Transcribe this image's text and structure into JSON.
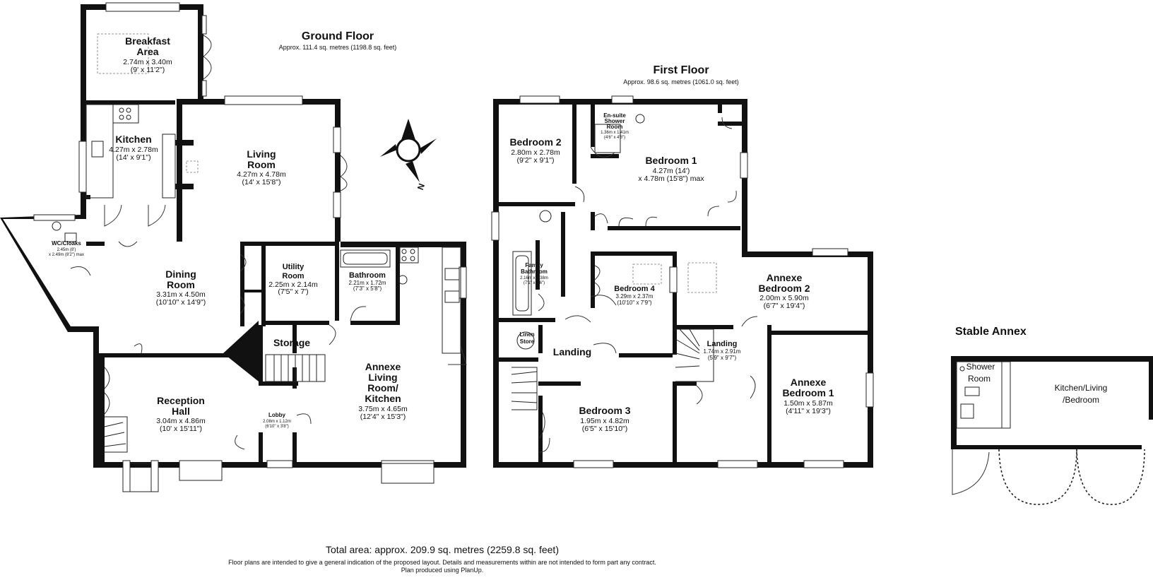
{
  "ground_floor": {
    "title": "Ground Floor",
    "area": "Approx. 111.4 sq. metres (1198.8 sq. feet)",
    "rooms": {
      "breakfast": {
        "name": [
          "Breakfast",
          "Area"
        ],
        "metric": "2.74m x 3.40m",
        "imperial": "(9' x 11'2\")"
      },
      "kitchen": {
        "name": "Kitchen",
        "metric": "4.27m x 2.78m",
        "imperial": "(14' x 9'1\")"
      },
      "living": {
        "name": [
          "Living",
          "Room"
        ],
        "metric": "4.27m x 4.78m",
        "imperial": "(14' x 15'8\")"
      },
      "wc": {
        "name": "WC/Cloaks",
        "metric": "2.45m (8')",
        "imperial": "x 2.49m (8'2\") max"
      },
      "dining": {
        "name": [
          "Dining",
          "Room"
        ],
        "metric": "3.31m x 4.50m",
        "imperial": "(10'10\" x 14'9\")"
      },
      "utility": {
        "name": [
          "Utility",
          "Room"
        ],
        "metric": "2.25m x 2.14m",
        "imperial": "(7'5\" x 7')"
      },
      "bathroom": {
        "name": "Bathroom",
        "metric": "2.21m x 1.72m",
        "imperial": "(7'3\" x 5'8\")"
      },
      "storage": {
        "name": "Storage"
      },
      "annexe_living": {
        "name": [
          "Annexe",
          "Living",
          "Room/",
          "Kitchen"
        ],
        "metric": "3.75m x 4.65m",
        "imperial": "(12'4\" x 15'3\")"
      },
      "reception": {
        "name": [
          "Reception",
          "Hall"
        ],
        "metric": "3.04m x 4.86m",
        "imperial": "(10' x 15'11\")"
      },
      "lobby": {
        "name": "Lobby",
        "metric": "2.08m x 1.12m",
        "imperial": "(6'10\" x 3'8\")"
      }
    }
  },
  "first_floor": {
    "title": "First Floor",
    "area": "Approx. 98.6 sq. metres (1061.0 sq. feet)",
    "rooms": {
      "bedroom2": {
        "name": "Bedroom 2",
        "metric": "2.80m x 2.78m",
        "imperial": "(9'2\" x 9'1\")"
      },
      "ensuite": {
        "name": [
          "En-suite",
          "Shower",
          "Room"
        ],
        "metric": "1.36m x 1.41m",
        "imperial": "(4'6\" x 4'8\")"
      },
      "bedroom1": {
        "name": "Bedroom 1",
        "metric": "4.27m (14')",
        "imperial": "x 4.78m (15'8\") max"
      },
      "family_bath": {
        "name": [
          "Family",
          "Bathroom"
        ],
        "metric": "2.16m x 1.38m",
        "imperial": "(7'1\" x 4'6\")"
      },
      "bedroom4": {
        "name": "Bedroom 4",
        "metric": "3.29m x 2.37m",
        "imperial": "(10'10\" x 7'9\")"
      },
      "annexe_bed2": {
        "name": [
          "Annexe",
          "Bedroom 2"
        ],
        "metric": "2.00m x 5.90m",
        "imperial": "(6'7\" x 19'4\")"
      },
      "linen": {
        "name": [
          "Linen",
          "Store"
        ]
      },
      "landing": {
        "name": "Landing"
      },
      "landing2": {
        "name": "Landing",
        "metric": "1.74m x 2.91m",
        "imperial": "(5'9\" x 9'7\")"
      },
      "annexe_bed1": {
        "name": [
          "Annexe",
          "Bedroom 1"
        ],
        "metric": "1.50m x 5.87m",
        "imperial": "(4'11\" x 19'3\")"
      },
      "bedroom3": {
        "name": "Bedroom 3",
        "metric": "1.95m x 4.82m",
        "imperial": "(6'5\" x 15'10\")"
      }
    }
  },
  "stable_annex": {
    "title": "Stable Annex",
    "rooms": {
      "shower": {
        "name": [
          "Shower",
          "Room"
        ]
      },
      "kitchen_living": {
        "name": [
          "Kitchen/Living",
          "/Bedroom"
        ]
      }
    }
  },
  "compass": {
    "label": "N",
    "icon": "compass-north-arrow-icon"
  },
  "footer": {
    "total": "Total area: approx. 209.9 sq. metres (2259.8 sq. feet)",
    "note_1": "Floor plans are intended to give a general indication of the proposed layout. Details and measurements within are not intended to form part any contract.",
    "note_2": "Plan produced using PlanUp."
  }
}
